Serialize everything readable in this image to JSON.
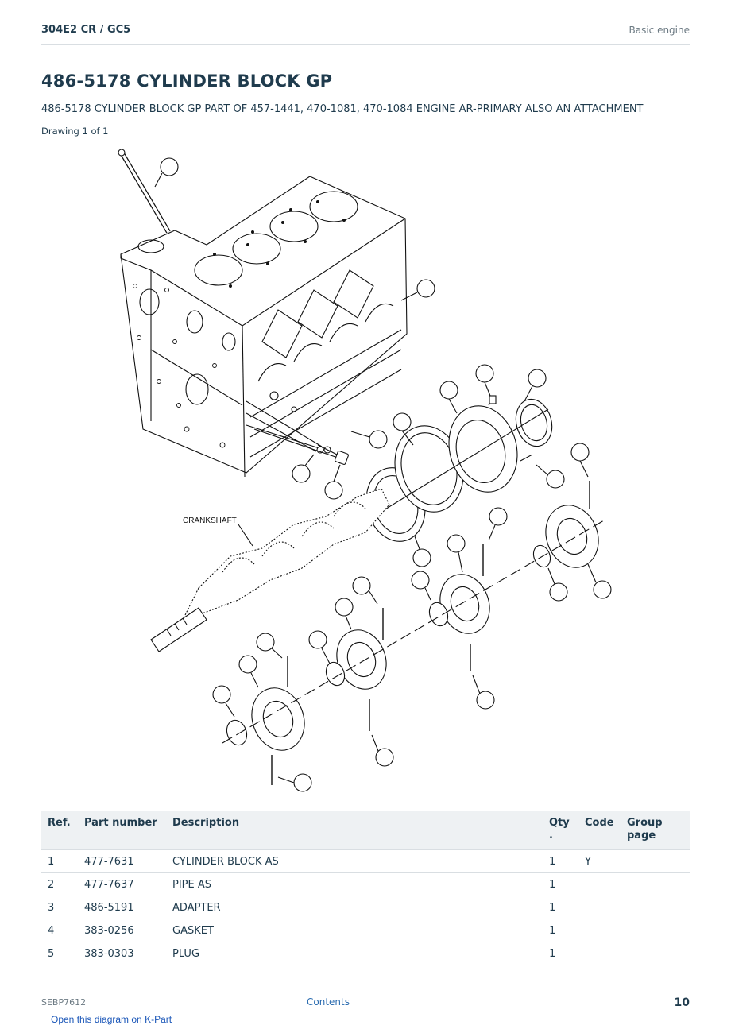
{
  "header": {
    "doc_id": "304E2 CR  /  GC5",
    "section": "Basic engine"
  },
  "title": "486-5178 CYLINDER BLOCK GP",
  "subtitle": "486-5178 CYLINDER BLOCK GP PART OF 457-1441, 470-1081, 470-1084 ENGINE AR-PRIMARY ALSO AN ATTACHMENT",
  "drawing_label": "Drawing 1 of 1",
  "diagram": {
    "crankshaft_label": "CRANKSHAFT"
  },
  "table": {
    "headers": {
      "ref": "Ref.",
      "part_number": "Part number",
      "description": "Description",
      "qty": "Qty .",
      "code": "Code",
      "group_page": "Group page"
    },
    "rows": [
      {
        "ref": "1",
        "part_number": "477-7631",
        "description": "CYLINDER BLOCK AS",
        "qty": "1",
        "code": "Y",
        "group_page": ""
      },
      {
        "ref": "2",
        "part_number": "477-7637",
        "description": "PIPE AS",
        "qty": "1",
        "code": "",
        "group_page": ""
      },
      {
        "ref": "3",
        "part_number": "486-5191",
        "description": "ADAPTER",
        "qty": "1",
        "code": "",
        "group_page": ""
      },
      {
        "ref": "4",
        "part_number": "383-0256",
        "description": "GASKET",
        "qty": "1",
        "code": "",
        "group_page": ""
      },
      {
        "ref": "5",
        "part_number": "383-0303",
        "description": "PLUG",
        "qty": "1",
        "code": "",
        "group_page": ""
      }
    ]
  },
  "footer": {
    "doc_code": "SEBP7612",
    "contents_link": "Contents",
    "page_number": "10"
  },
  "kpart_link": "Open this diagram on K-Part"
}
